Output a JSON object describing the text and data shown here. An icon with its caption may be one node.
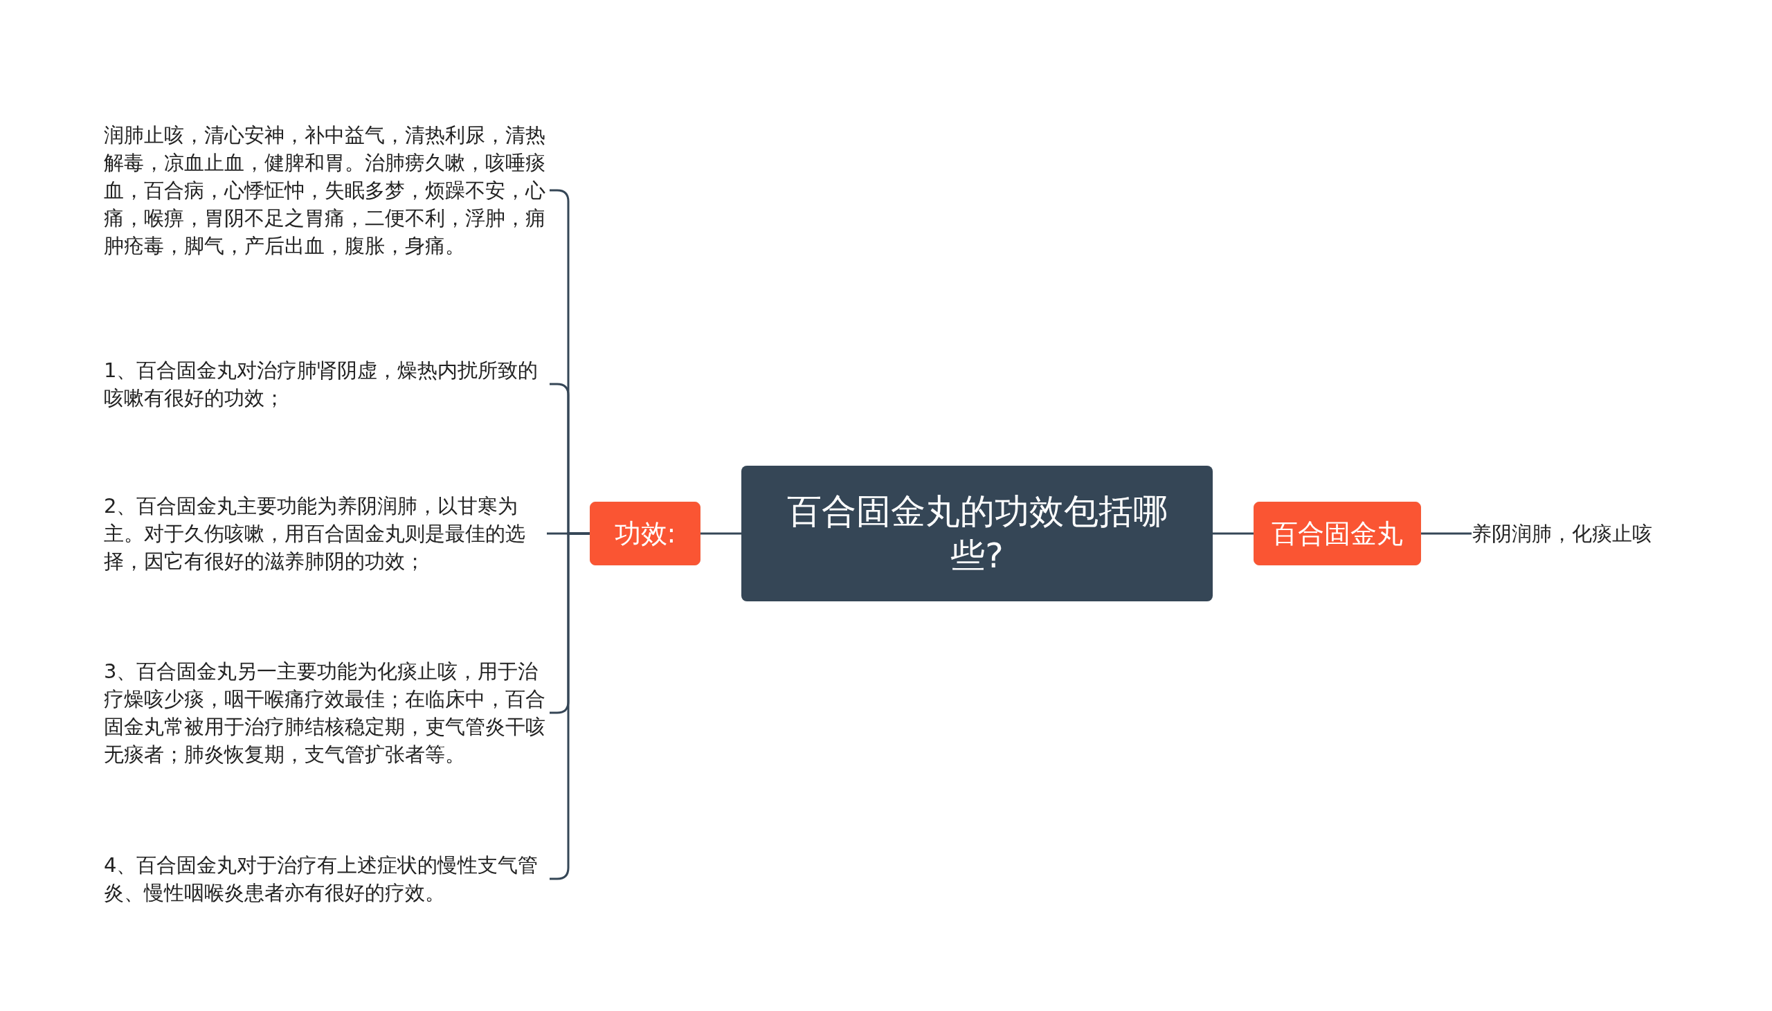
{
  "diagram": {
    "nodes": [
      {
        "text": [
          "百合固金丸的功效包括哪些?"
        ]
      },
      {
        "text": [
          "功效:"
        ]
      },
      {
        "text": [
          "润肺止咳，清心安神，补中益气，清热利尿，清热解毒，凉血止血，健脾和胃。治肺痨久嗽，咳唾痰血，百合病，心悸怔忡，失眠多梦，烦躁不安，心痛，喉痹，胃阴不足之胃痛，二便不利，浮肿，痈肿疮毒，脚气，产后出血，腹胀，身痛。"
        ]
      },
      {
        "text": [
          "1、百合固金丸对治疗肺肾阴虚，燥热内扰所致的咳嗽有很好的功效；"
        ]
      },
      {
        "text": [
          "2、百合固金丸主要功能为养阴润肺，以甘寒为主。对于久伤咳嗽，用百合固金丸则是最佳的选择，因它有很好的滋养肺阴的功效；"
        ]
      },
      {
        "text": [
          "3、百合固金丸另一主要功能为化痰止咳，用于治疗燥咳少痰，咽干喉痛疗效最佳；在临床中，百合固金丸常被用于治疗肺结核稳定期，吏气管炎干咳无痰者；肺炎恢复期，支气管扩张者等。"
        ]
      },
      {
        "text": [
          "4、百合固金丸对于治疗有上述症状的慢性支气管炎、慢性咽喉炎患者亦有很好的疗效。"
        ]
      },
      {
        "text": [
          "百合固金丸"
        ]
      },
      {
        "text": [
          "养阴润肺，化痰止咳"
        ]
      }
    ],
    "edges": [
      {
        "from": 0,
        "to": 1,
        "arrow": "none"
      },
      {
        "from": 1,
        "to": 2,
        "arrow": "none"
      },
      {
        "from": 1,
        "to": 3,
        "arrow": "none"
      },
      {
        "from": 1,
        "to": 4,
        "arrow": "none"
      },
      {
        "from": 1,
        "to": 5,
        "arrow": "none"
      },
      {
        "from": 1,
        "to": 6,
        "arrow": "none"
      },
      {
        "from": 0,
        "to": 7,
        "arrow": "none"
      },
      {
        "from": 7,
        "to": 8,
        "arrow": "none"
      }
    ]
  }
}
